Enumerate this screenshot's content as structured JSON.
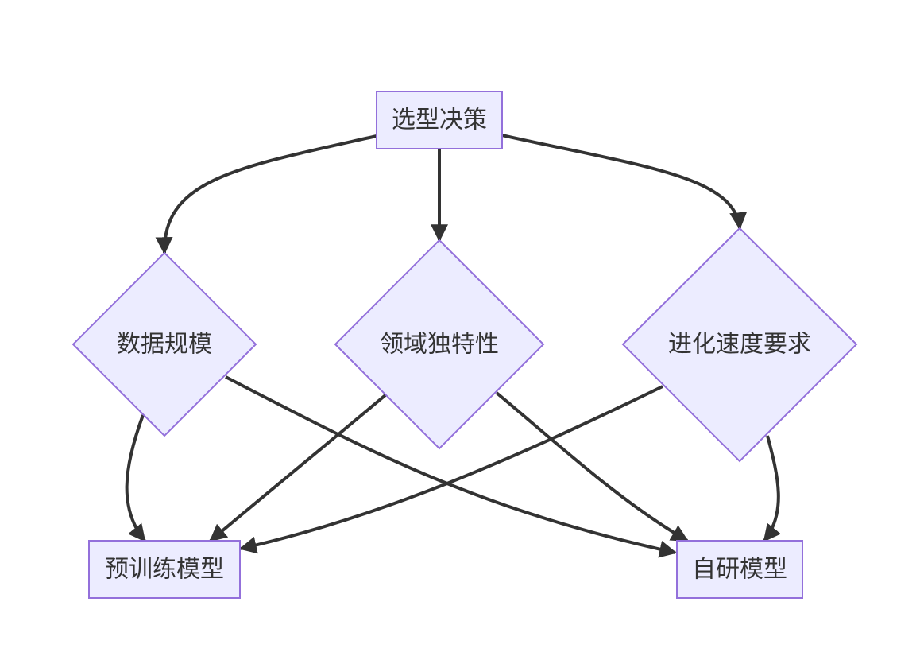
{
  "nodes": {
    "decision_root": "选型决策",
    "data_scale": "数据规模",
    "domain_specificity": "领域独特性",
    "evolution_speed": "进化速度要求",
    "pretrained_model": "预训练模型",
    "self_developed_model": "自研模型"
  },
  "colors": {
    "node_fill": "#ececff",
    "node_stroke": "#9370db",
    "edge": "#333333",
    "text": "#333333"
  }
}
